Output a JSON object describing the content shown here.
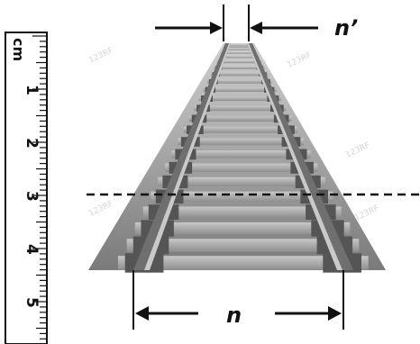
{
  "ruler": {
    "unit": "cm",
    "numbers": [
      "1",
      "2",
      "3",
      "4",
      "5"
    ]
  },
  "labels": {
    "far_width": "n’",
    "near_width": "n"
  },
  "watermark": "123RF",
  "colors": {
    "rail": "#6f6f6f",
    "rail_highlight": "#c9c9c9",
    "ballast": "#8a8a8a",
    "sleeper": "#aaaaaa",
    "tie_plate": "#555555",
    "ink": "#111111"
  }
}
